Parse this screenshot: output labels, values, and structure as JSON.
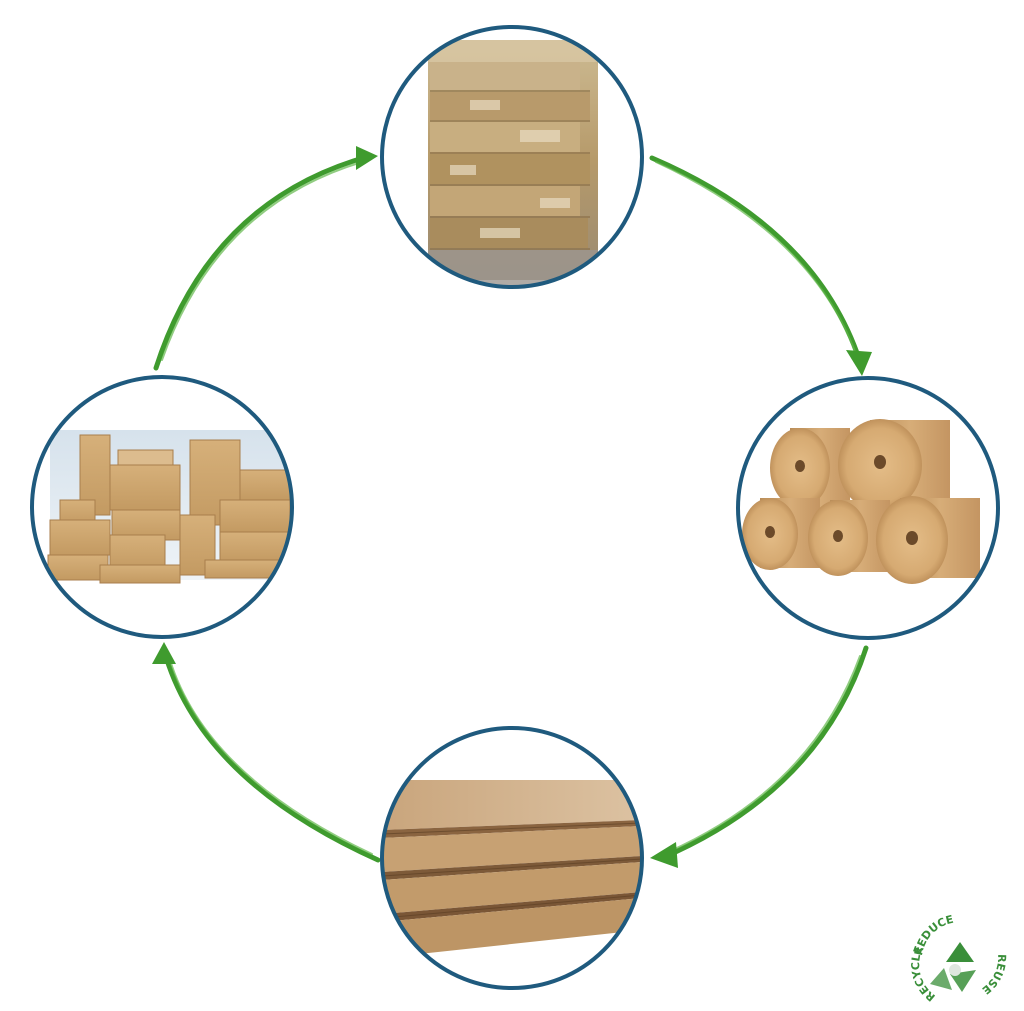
{
  "diagram": {
    "kind": "cycle",
    "arrow_color": "#3f9b2e",
    "ring_color": "#1f5a7e",
    "nodes": [
      {
        "id": "waste-bales",
        "icon": "baled-cardboard-waste-photo"
      },
      {
        "id": "paper-rolls",
        "icon": "kraft-paper-rolls-photo"
      },
      {
        "id": "corrugated-sheets",
        "icon": "corrugated-board-sheets-photo"
      },
      {
        "id": "cardboard-boxes",
        "icon": "cardboard-boxes-photo"
      }
    ],
    "flow": [
      {
        "from": "waste-bales",
        "to": "paper-rolls"
      },
      {
        "from": "paper-rolls",
        "to": "corrugated-sheets"
      },
      {
        "from": "corrugated-sheets",
        "to": "cardboard-boxes"
      },
      {
        "from": "cardboard-boxes",
        "to": "waste-bales"
      }
    ]
  },
  "badge": {
    "icon": "recycle-arrows-icon",
    "color": "#3a8f3a",
    "words": [
      "REDUCE",
      "REUSE",
      "RECYCLE"
    ]
  }
}
